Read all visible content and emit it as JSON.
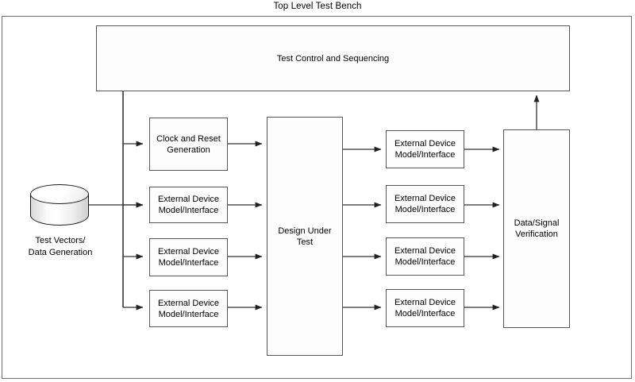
{
  "diagram": {
    "title": "Top Level Test Bench",
    "type": "block-diagram"
  },
  "nodes": {
    "test_control": {
      "label": "Test Control and Sequencing"
    },
    "dut": {
      "label": "Design Under\nTest"
    },
    "verification": {
      "label": "Data/Signal\nVerification"
    },
    "data_store": {
      "label": "Test Vectors/\nData Generation"
    },
    "left_column": [
      {
        "label": "Clock and Reset\nGeneration"
      },
      {
        "label": "External Device\nModel/Interface"
      },
      {
        "label": "External Device\nModel/Interface"
      },
      {
        "label": "External Device\nModel/Interface"
      }
    ],
    "right_column": [
      {
        "label": "External Device\nModel/Interface"
      },
      {
        "label": "External Device\nModel/Interface"
      },
      {
        "label": "External Device\nModel/Interface"
      },
      {
        "label": "External Device\nModel/Interface"
      }
    ]
  },
  "colors": {
    "frame_border": "#6e6e6e",
    "node_border": "#575757",
    "node_fill": "#fdfdfd",
    "wire": "#333333",
    "text": "#000000",
    "cylinder_outline": "#1b1b1b"
  }
}
